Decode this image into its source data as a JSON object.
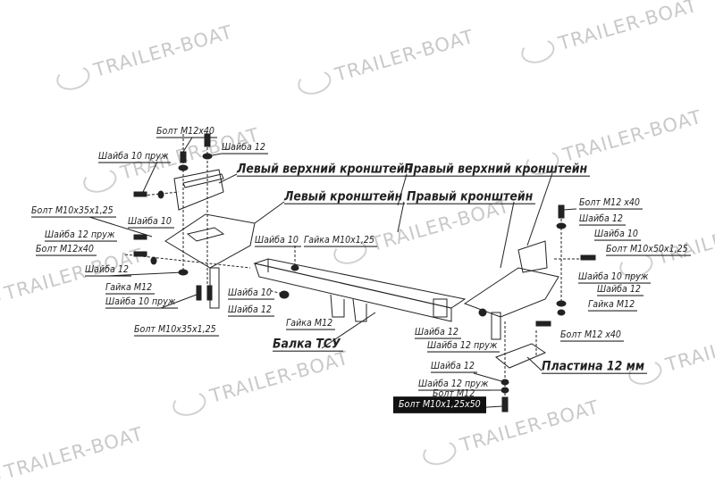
{
  "watermark": "TRAILER-BOAT",
  "labels": {
    "bolt_m12x40_top": "Болт М12х40",
    "washer12_top": "Шайба 12",
    "washer10_spring_top": "Шайба 10 пруж",
    "left_upper_bracket": "Левый верхний кронштейн",
    "right_upper_bracket": "Правый верхний кронштейн",
    "left_bracket": "Левый кронштейн",
    "right_bracket": "Правый кронштейн",
    "bolt_m10x35_left": "Болт М10х35х1,25",
    "washer10_left": "Шайба 10",
    "washer12_spring_left": "Шайба 12 пруж",
    "bolt_m12x40_left": "Болт М12х40",
    "washer12_left": "Шайба 12",
    "nut_m12_left": "Гайка М12",
    "washer10_spring_left": "Шайба 10 пруж",
    "bolt_m10x35_bottom": "Болт М10х35х1,25",
    "washer10_mid": "Шайба 10",
    "nut_m10_mid": "Гайка М10х1,25",
    "washer10_mid2": "Шайба 10",
    "washer12_mid": "Шайба 12",
    "nut_m12_mid": "Гайка М12",
    "beam": "Балка ТСУ",
    "bolt_m12x40_right": "Болт М12 х40",
    "washer12_right": "Шайба 12",
    "washer10_right": "Шайба 10",
    "bolt_m10x50_right": "Болт М10х50х1,25",
    "washer10_spring_right": "Шайба 10 пруж",
    "washer12_right2": "Шайба 12",
    "nut_m12_right": "Гайка М12",
    "bolt_m12x40_right2": "Болт М12 х40",
    "washer12_center": "Шайба 12",
    "washer12_spring_center": "Шайба 12 пруж",
    "plate": "Пластина 12 мм",
    "washer12_bottom": "Шайба 12",
    "washer12_spring_bottom": "Шайба 12 пруж",
    "bolt_m12_bottom": "Болт М12",
    "bolt_m10_boxed": "Болт М10х1,25х50"
  }
}
